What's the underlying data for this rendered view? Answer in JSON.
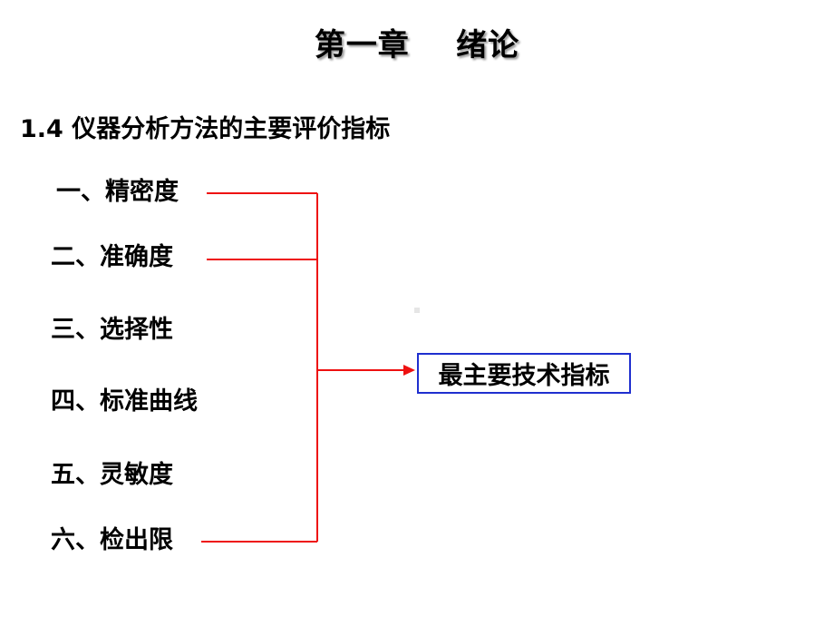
{
  "title": "第一章    绪论",
  "section_heading": "1.4 仪器分析方法的主要评价指标",
  "indicators": [
    "一、精密度",
    "二、准确度",
    "三、选择性",
    "四、标准曲线",
    "五、灵敏度",
    "六、检出限"
  ],
  "result": "最主要技术指标",
  "colors": {
    "connector": "#ee1111",
    "box_border": "#1f2fcf"
  }
}
